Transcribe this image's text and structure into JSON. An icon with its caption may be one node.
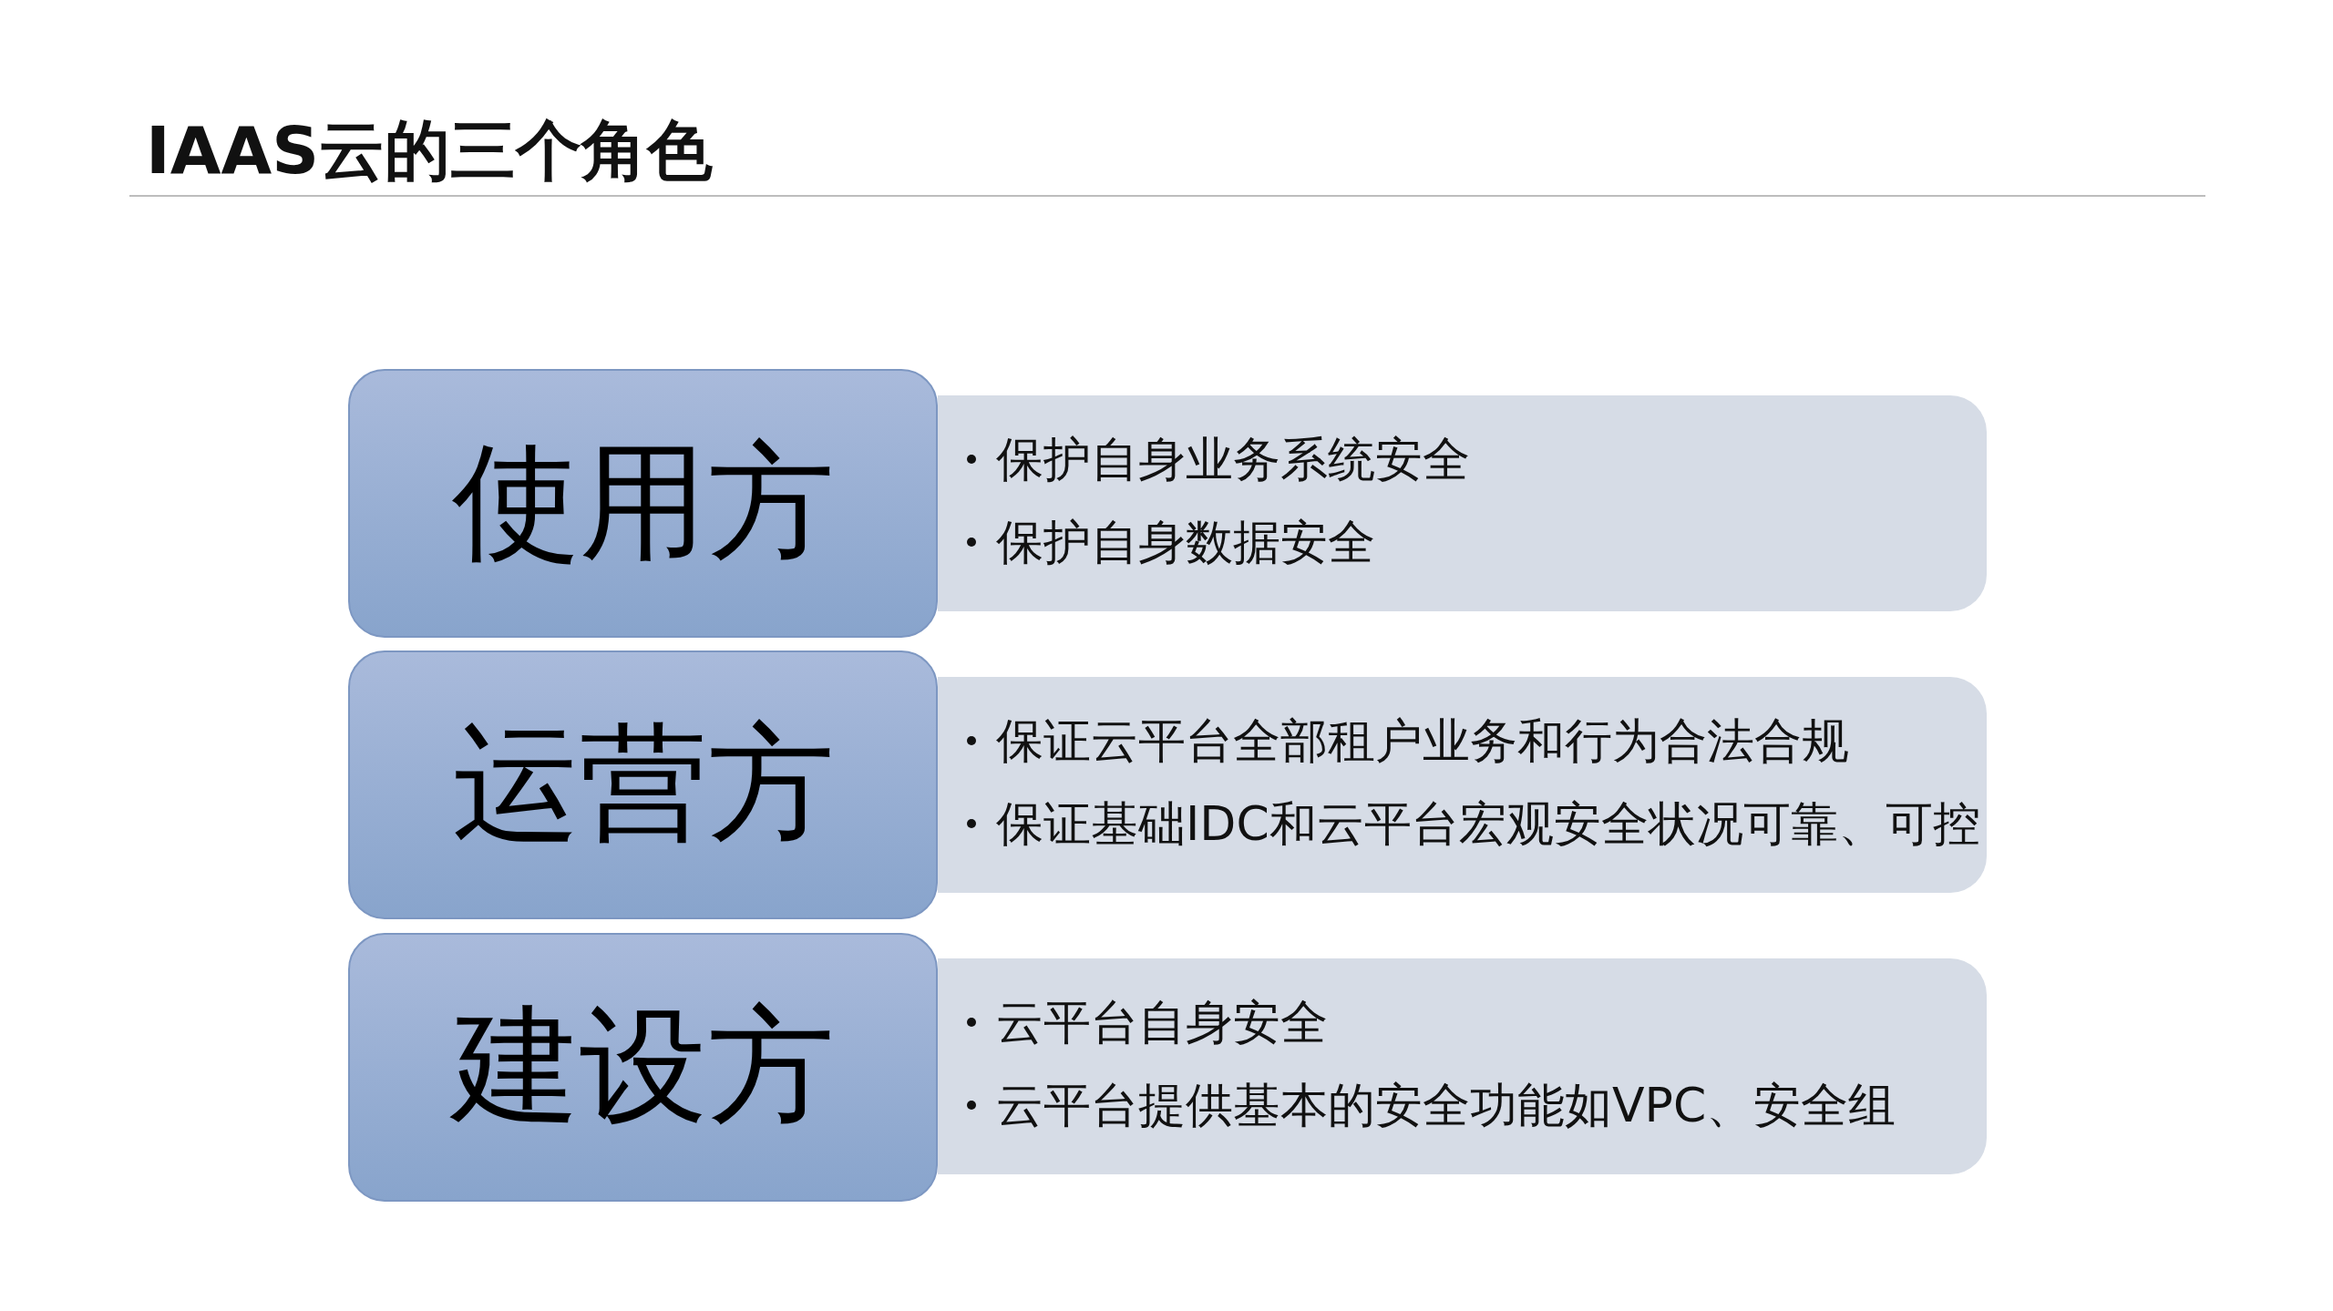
{
  "diagram": {
    "title": "IAAS云的三个角色",
    "nodes": [
      {
        "text": [
          "使用方"
        ]
      },
      {
        "text": [
          "保护自身业务系统安全",
          "保护自身数据安全"
        ]
      },
      {
        "text": [
          "运营方"
        ]
      },
      {
        "text": [
          "保证云平台全部租户业务和行为合法合规",
          "保证基础IDC和云平台宏观安全状况可靠、可控"
        ]
      },
      {
        "text": [
          "建设方"
        ]
      },
      {
        "text": [
          "云平台自身安全",
          "云平台提供基本的安全功能如VPC、安全组"
        ]
      }
    ],
    "edges": []
  }
}
